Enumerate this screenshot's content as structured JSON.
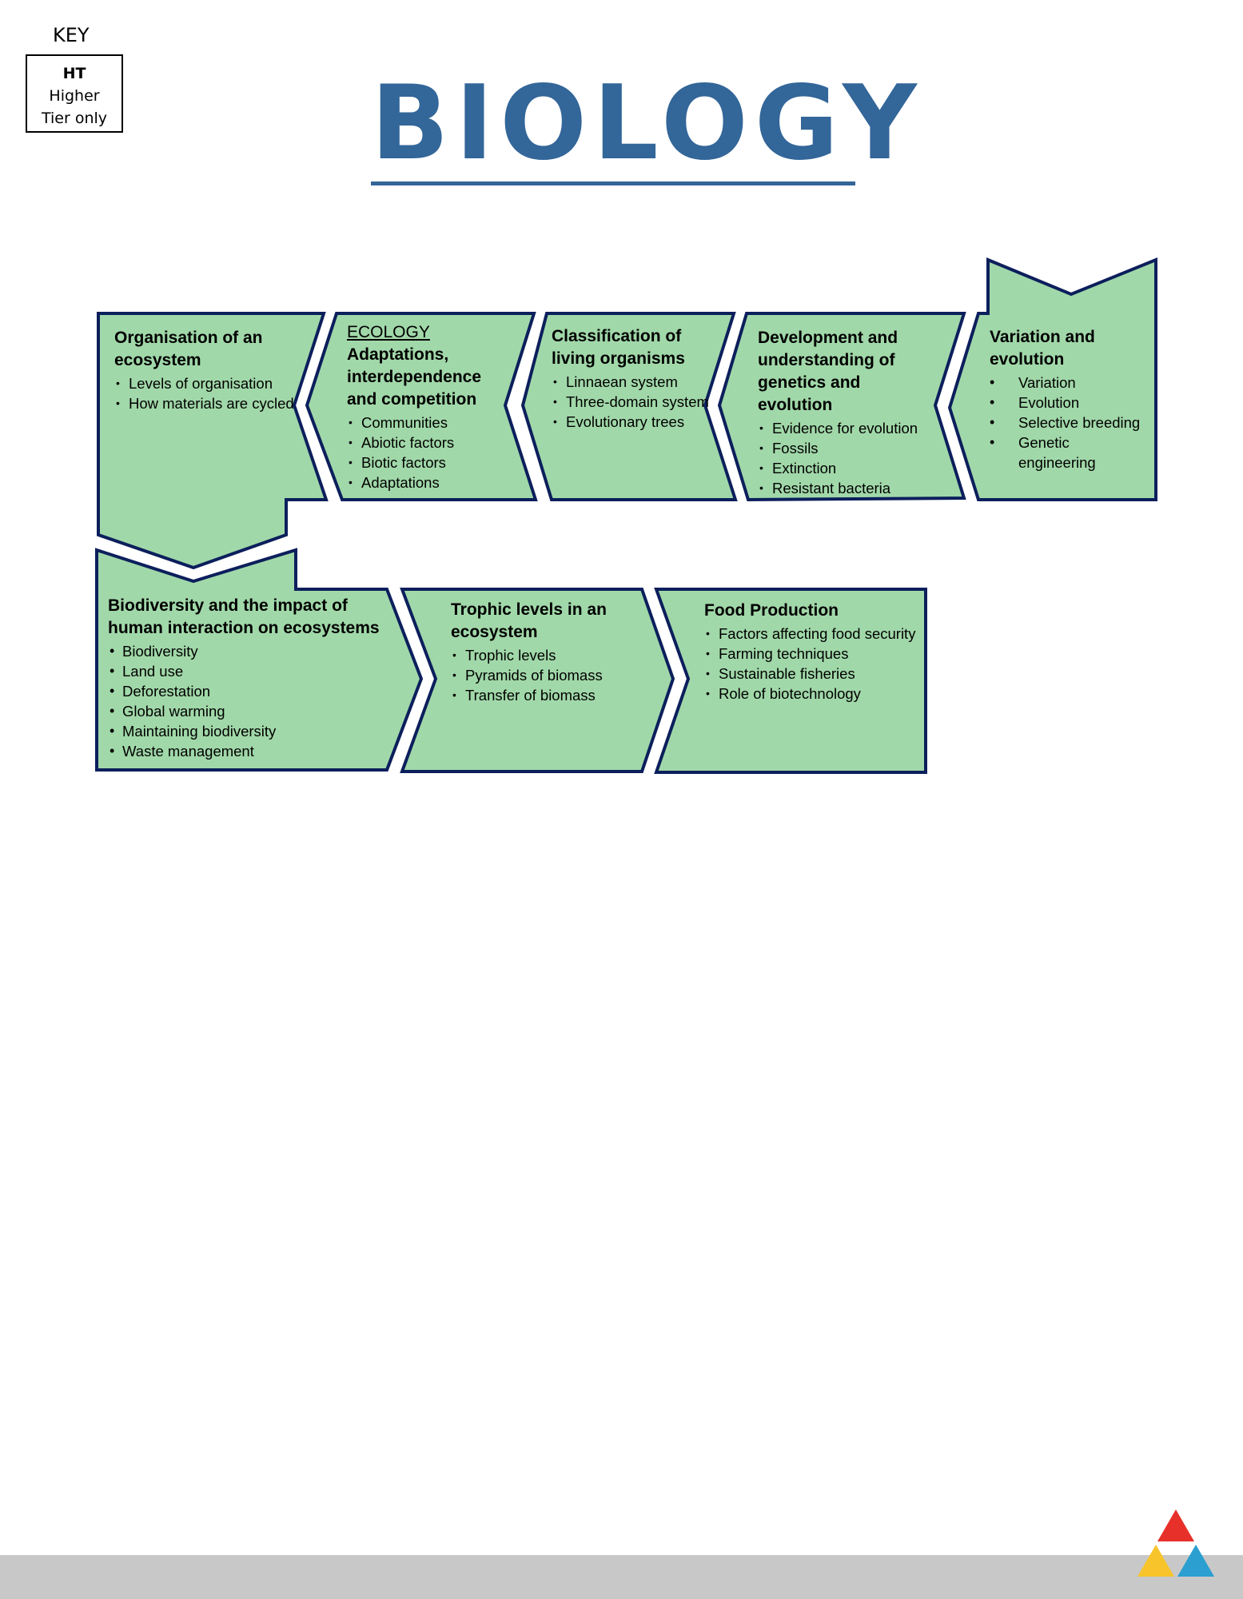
{
  "key": {
    "label": "KEY",
    "code": "HT",
    "line1": "Higher",
    "line2": "Tier only"
  },
  "title": "BIOLOGY",
  "colors": {
    "title": "#336699",
    "box_fill": "#a1d8a9",
    "box_stroke": "#0c1f5c",
    "footer": "#c8c8c8"
  },
  "topics": [
    {
      "title": "Organisation of an ecosystem",
      "items": [
        "Levels of organisation",
        "How materials are cycled"
      ]
    },
    {
      "subtitle": "ECOLOGY",
      "title": "Adaptations, interdependence and competition",
      "items": [
        "Communities",
        "Abiotic factors",
        "Biotic factors",
        "Adaptations"
      ]
    },
    {
      "title": "Classification of living organisms",
      "items": [
        "Linnaean system",
        "Three-domain system",
        "Evolutionary trees"
      ]
    },
    {
      "title": "Development and understanding of genetics and evolution",
      "items": [
        "Evidence for evolution",
        "Fossils",
        "Extinction",
        "Resistant bacteria"
      ]
    },
    {
      "title": "Variation and evolution",
      "items": [
        "Variation",
        "Evolution",
        "Selective breeding",
        "Genetic engineering"
      ]
    },
    {
      "title": "Biodiversity and the impact of human interaction on ecosystems",
      "items": [
        "Biodiversity",
        "Land use",
        "Deforestation",
        "Global warming",
        "Maintaining biodiversity",
        "Waste management"
      ]
    },
    {
      "title": "Trophic levels in an ecosystem",
      "items": [
        "Trophic levels",
        "Pyramids of biomass",
        "Transfer of biomass"
      ]
    },
    {
      "title": "Food Production",
      "items": [
        "Factors affecting food security",
        "Farming techniques",
        "Sustainable fisheries",
        "Role of biotechnology"
      ]
    }
  ],
  "logo": {
    "colors": [
      "#e8302a",
      "#f7c42b",
      "#2a9fd0"
    ]
  }
}
